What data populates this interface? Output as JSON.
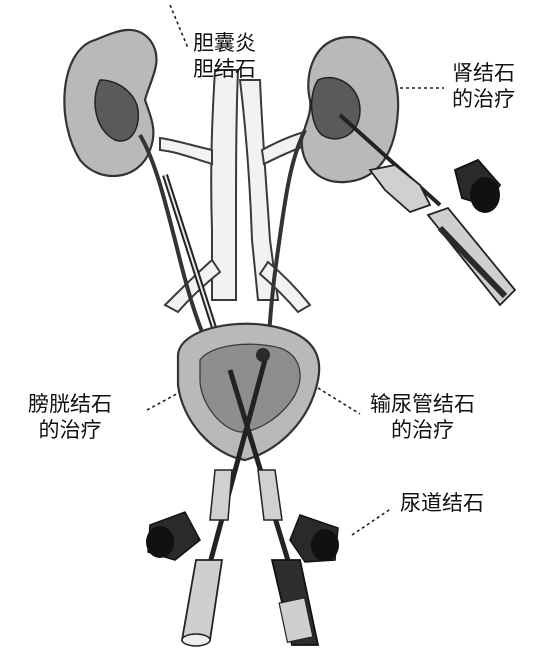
{
  "labels": {
    "gallbladder_line1": "胆囊炎",
    "gallbladder_line2": "胆结石",
    "kidney_line1": "肾结石",
    "kidney_line2": "的治疗",
    "bladder_line1": "膀胱结石",
    "bladder_line2": "的治疗",
    "ureter_line1": "输尿管结石",
    "ureter_line2": "的治疗",
    "urethra": "尿道结石"
  },
  "colors": {
    "ink": "#111111",
    "organ_fill": "#b9b9b9",
    "organ_dark": "#5a5a5a",
    "instrument_dark": "#2a2a2a",
    "vessel_fill": "#f2f2f2"
  }
}
